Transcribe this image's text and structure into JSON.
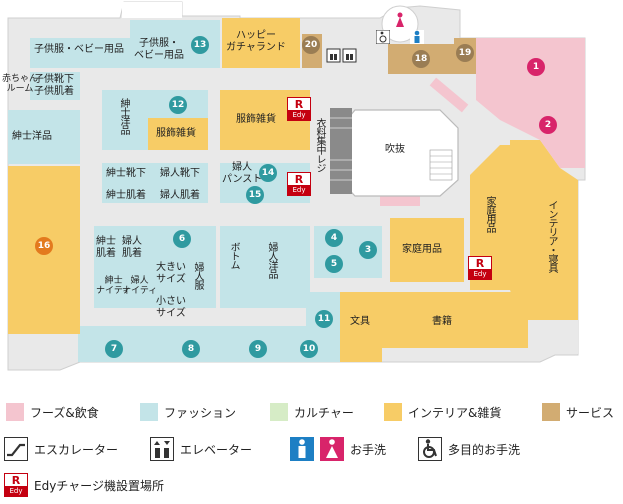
{
  "colors": {
    "food": "#f4c5cf",
    "fashion": "#c3e4e8",
    "culture": "#d6ecc6",
    "interior": "#f7cc66",
    "service": "#d2ac72",
    "accent_teal": "#2f9aa0",
    "accent_pink": "#d8246a",
    "edy_red": "#c40010"
  },
  "map": {
    "labels": {
      "kids_baby": "子供服・ベビー用品",
      "kids_baby_2": "子供服・\nベビー用品",
      "happy_gacha": "ハッピー\nガチャランド",
      "baby_room": "赤ちゃん\nルーム",
      "kids_socks": "子供靴下\n子供肌着",
      "mens_wear": "紳士洋品",
      "mens_goods": "紳士洋品",
      "accessories": "服飾雑貨",
      "accessories_2": "服飾雑貨",
      "clothing_register": "衣料集中レジ",
      "atrium": "吹抜",
      "mens_socks": "紳士靴下",
      "womens_socks": "婦人靴下",
      "womens_pantyhose": "婦人\nパンスト",
      "mens_underwear": "紳士肌着",
      "womens_underwear": "婦人肌着",
      "home_goods": "家庭用品",
      "home_goods_2": "家庭用品",
      "interior_bedding": "インテリア・寝具",
      "mens_under_2": "紳士\n肌着",
      "womens_under_2": "婦人\n肌着",
      "mens_night": "紳士\nナイティ",
      "womens_night": "婦人\nナイティ",
      "big_sizes": "大きい\nサイズ",
      "womens_clothes": "婦人服",
      "small_sizes": "小さい\nサイズ",
      "bottoms": "ボトム",
      "womens_wear": "婦人洋品",
      "stationery": "文具",
      "books": "書籍"
    },
    "numbers": [
      "1",
      "2",
      "3",
      "4",
      "5",
      "6",
      "7",
      "8",
      "9",
      "10",
      "11",
      "12",
      "13",
      "14",
      "15",
      "16",
      "18",
      "19",
      "20"
    ],
    "edy": {
      "r": "R",
      "e": "Edy"
    }
  },
  "legend": {
    "food": "フーズ&飲食",
    "fashion": "ファッション",
    "culture": "カルチャー",
    "interior": "インテリア&雑貨",
    "service": "サービス",
    "escalator": "エスカレーター",
    "elevator": "エレベーター",
    "restroom": "お手洗",
    "multipurpose": "多目的お手洗",
    "edy_station": "Edyチャージ機設置場所"
  },
  "icons": [
    "escalator-icon",
    "elevator-icon",
    "male-restroom-icon",
    "female-restroom-icon",
    "wheelchair-icon",
    "edy-icon"
  ]
}
